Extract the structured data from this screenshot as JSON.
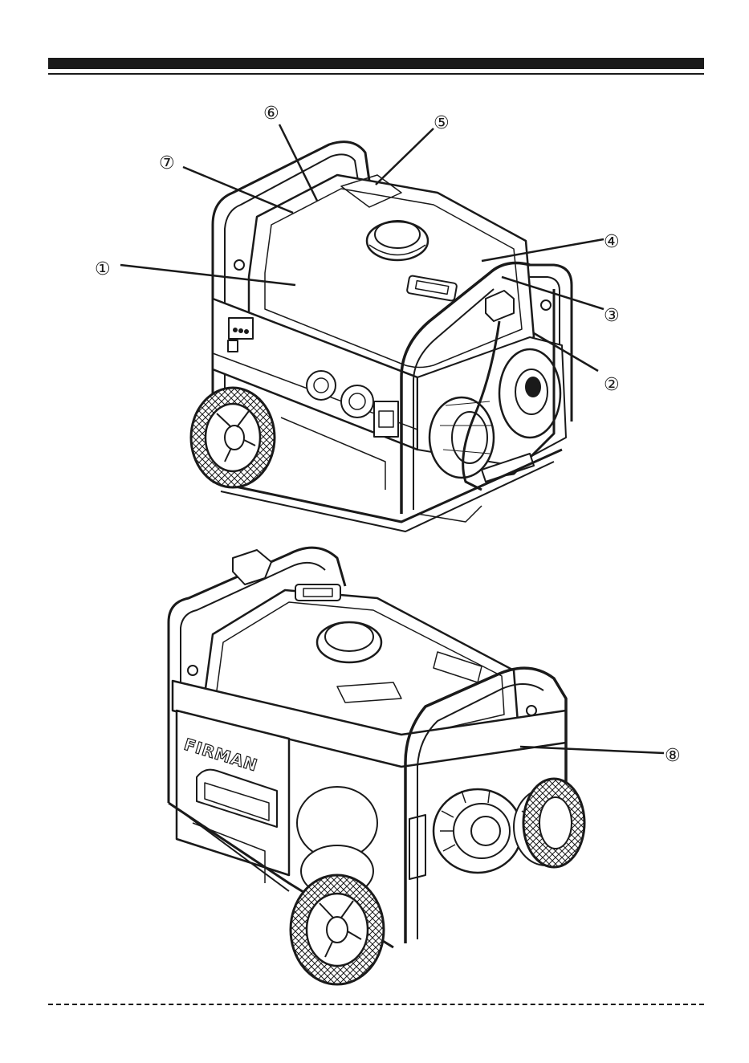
{
  "callouts": [
    {
      "id": "1",
      "label": "①"
    },
    {
      "id": "2",
      "label": "②"
    },
    {
      "id": "3",
      "label": "③"
    },
    {
      "id": "4",
      "label": "④"
    },
    {
      "id": "5",
      "label": "⑤"
    },
    {
      "id": "6",
      "label": "⑥"
    },
    {
      "id": "7",
      "label": "⑦"
    },
    {
      "id": "8",
      "label": "⑧"
    }
  ],
  "brand_text": "FIRMAN",
  "colors": {
    "ink": "#1a1a1a",
    "panel": "#ffffff",
    "shade": "#e8e8e8"
  }
}
